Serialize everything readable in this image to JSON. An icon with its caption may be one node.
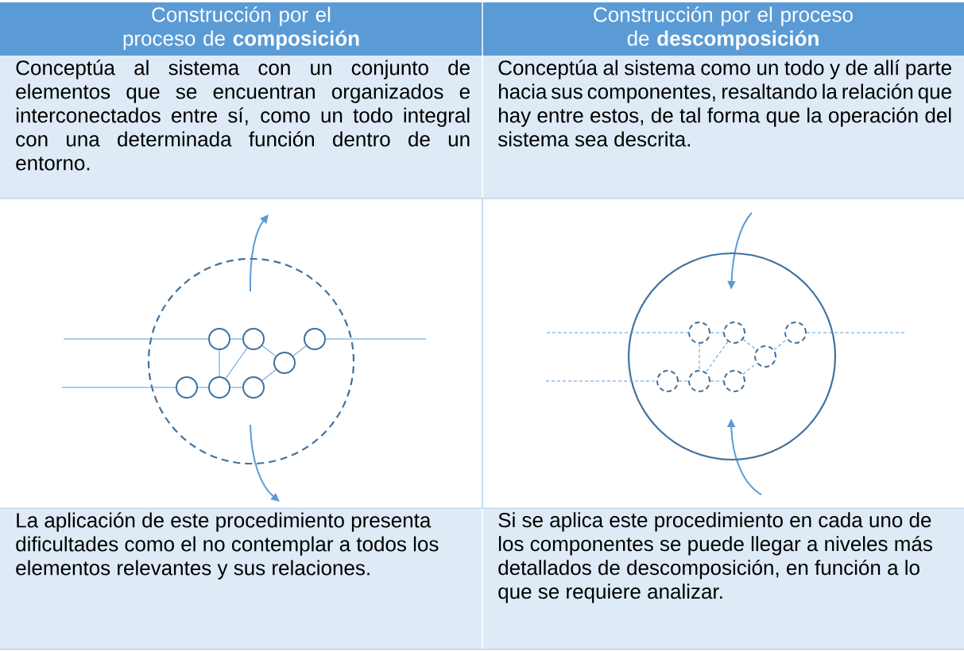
{
  "diagram": {
    "nodes": [
      {
        "text": [],
        "shape": "circle"
      },
      {
        "text": [],
        "shape": "circle",
        "in": 0
      },
      {
        "text": [],
        "shape": "circle",
        "in": 0
      },
      {
        "text": [],
        "shape": "circle",
        "in": 0
      },
      {
        "text": [],
        "shape": "circle",
        "in": 0
      },
      {
        "text": [],
        "shape": "circle",
        "in": 0
      },
      {
        "text": [],
        "shape": "circle",
        "in": 0
      },
      {
        "text": [],
        "shape": "circle",
        "in": 0
      },
      {
        "text": [],
        "shape": "circle"
      },
      {
        "text": [],
        "shape": "circle",
        "in": 8
      },
      {
        "text": [],
        "shape": "circle",
        "in": 8
      },
      {
        "text": [],
        "shape": "circle",
        "in": 8
      },
      {
        "text": [],
        "shape": "circle",
        "in": 8
      },
      {
        "text": [],
        "shape": "circle",
        "in": 8
      },
      {
        "text": [],
        "shape": "circle",
        "in": 8
      },
      {
        "text": [],
        "shape": "circle",
        "in": 8
      }
    ],
    "edges": [
      {
        "from": null,
        "to": 1,
        "arrow": "none"
      },
      {
        "from": null,
        "to": 5,
        "arrow": "none"
      },
      {
        "from": 3,
        "to": null,
        "arrow": "none"
      },
      {
        "from": 1,
        "to": 2,
        "arrow": "none"
      },
      {
        "from": 1,
        "to": 6,
        "arrow": "none"
      },
      {
        "from": 2,
        "to": 6,
        "arrow": "none"
      },
      {
        "from": 2,
        "to": 4,
        "arrow": "none"
      },
      {
        "from": 4,
        "to": 3,
        "arrow": "none"
      },
      {
        "from": 5,
        "to": 6,
        "arrow": "none"
      },
      {
        "from": 6,
        "to": 7,
        "arrow": "none"
      },
      {
        "from": 7,
        "to": 4,
        "arrow": "none"
      },
      {
        "from": null,
        "to": 9,
        "arrow": "none",
        "style": "dashed"
      },
      {
        "from": null,
        "to": 13,
        "arrow": "none",
        "style": "dashed"
      },
      {
        "from": 11,
        "to": null,
        "arrow": "none",
        "style": "dashed"
      },
      {
        "from": 9,
        "to": 10,
        "arrow": "none",
        "style": "dashed"
      },
      {
        "from": 9,
        "to": 14,
        "arrow": "none",
        "style": "dashed"
      },
      {
        "from": 10,
        "to": 14,
        "arrow": "none",
        "style": "dashed"
      },
      {
        "from": 10,
        "to": 12,
        "arrow": "none",
        "style": "dashed"
      },
      {
        "from": 12,
        "to": 11,
        "arrow": "none",
        "style": "dashed"
      },
      {
        "from": 13,
        "to": 14,
        "arrow": "none",
        "style": "dashed"
      },
      {
        "from": 14,
        "to": 15,
        "arrow": "none",
        "style": "dashed"
      },
      {
        "from": 15,
        "to": 12,
        "arrow": "none",
        "style": "dashed"
      }
    ],
    "labels": [
      "Construcción por el proceso de **composición**",
      "Construcción por el proceso de **descomposición**",
      "Conceptúa al sistema con un conjunto de elementos que se encuentran organizados e interconectados entre sí, como un todo integral con una determinada función dentro de un entorno.",
      "Conceptúa al sistema como un todo y de allí parte hacia sus componentes, resaltando la relación que hay entre estos, de tal forma que la operación del sistema sea descrita.",
      "La aplicación de este procedimiento presenta dificultades como el no contemplar a todos los elementos relevantes y sus relaciones.",
      "Si se aplica este procedimiento en cada uno de los componentes se puede llegar a niveles más detallados de descomposición, en función a lo que se requiere analizar."
    ]
  }
}
